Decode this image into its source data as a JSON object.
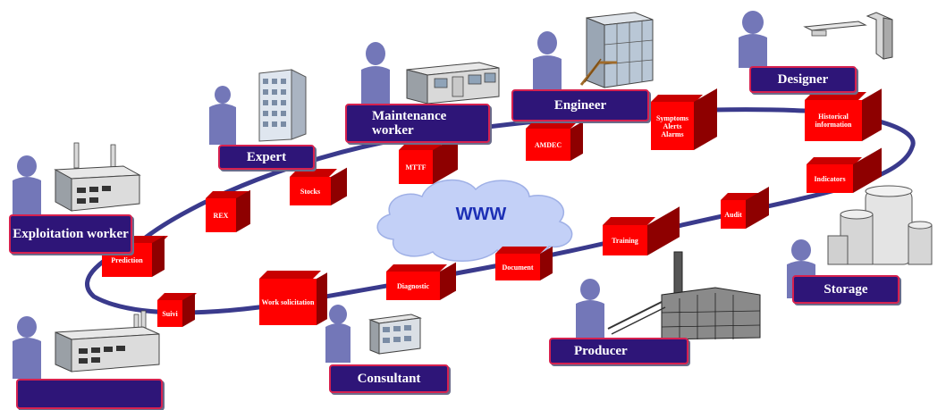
{
  "colors": {
    "ring": "#3a3a8c",
    "block": "#ff0000",
    "role_fill": "#2e1578",
    "role_border": "#d6214f",
    "person": "#7377b8",
    "cloud": "#b8c8f5",
    "www": "#1c2fb5"
  },
  "center": {
    "label": "WWW"
  },
  "roles": [
    {
      "key": "expert",
      "label": "Expert"
    },
    {
      "key": "maintenance",
      "label": "Maintenance worker"
    },
    {
      "key": "engineer",
      "label": "Engineer"
    },
    {
      "key": "designer",
      "label": "Designer"
    },
    {
      "key": "exploitation",
      "label": "Exploitation worker"
    },
    {
      "key": "storage",
      "label": "Storage"
    },
    {
      "key": "producer",
      "label": "Producer"
    },
    {
      "key": "consultant",
      "label": "Consultant"
    },
    {
      "key": "unlabeled",
      "label": ""
    }
  ],
  "blocks": [
    {
      "key": "rex",
      "label": "REX"
    },
    {
      "key": "stocks",
      "label": "Stocks"
    },
    {
      "key": "mttf",
      "label": "MTTF"
    },
    {
      "key": "amdec",
      "label": "AMDEC"
    },
    {
      "key": "symptoms",
      "label": "Symptoms Alerts Alarms"
    },
    {
      "key": "historical",
      "label": "Historical information"
    },
    {
      "key": "indicators",
      "label": "Indicators"
    },
    {
      "key": "audit",
      "label": "Audit"
    },
    {
      "key": "training",
      "label": "Training"
    },
    {
      "key": "document",
      "label": "Document"
    },
    {
      "key": "diagnostic",
      "label": "Diagnostic"
    },
    {
      "key": "work",
      "label": "Work solicitation"
    },
    {
      "key": "suivi",
      "label": "Suivi"
    },
    {
      "key": "prediction",
      "label": "Prediction"
    }
  ],
  "icons": [
    "person-icon",
    "office-building-icon",
    "portable-cabin-icon",
    "glass-building-icon",
    "pipe-structure-icon",
    "factory-icon",
    "storage-tanks-icon",
    "power-plant-icon",
    "cloud-icon"
  ]
}
